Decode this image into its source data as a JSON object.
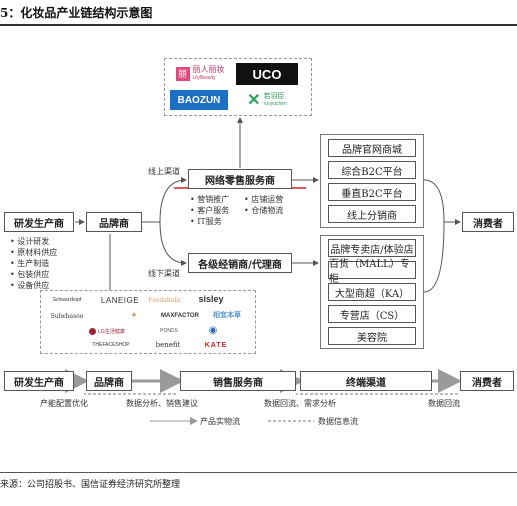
{
  "title": "5：化妆品产业链结构示意图",
  "source": "来源：公司招股书、国信证券经济研究所整理",
  "top_logos": {
    "lirenlizhuang_cn": "丽人丽妆",
    "lirenlizhuang_en": "LilyBeauty",
    "uco": "UCO",
    "baozun": "BAOZUN",
    "ruoyuchen_cn": "若羽臣",
    "ruoyuchen_en": "ruoyuchen"
  },
  "nodes": {
    "rd_producer": "研发生产商",
    "brand": "品牌商",
    "online_service": "网络零售服务商",
    "distributor": "各级经销商/代理商",
    "consumer": "消费者"
  },
  "edge_labels": {
    "online": "线上渠道",
    "offline": "线下渠道"
  },
  "service_items": [
    "营销推广",
    "店铺运营",
    "客户服务",
    "仓储物流",
    "IT服务"
  ],
  "producer_items": [
    "设计研发",
    "原材料供应",
    "生产制造",
    "包装供应",
    "设备供应"
  ],
  "online_channels": [
    "品牌官网商城",
    "综合B2C平台",
    "垂直B2C平台",
    "线上分销商"
  ],
  "offline_channels": [
    "品牌专卖店/体验店",
    "百货（MALL）专柜",
    "大型商超（KA）",
    "专营店（CS）",
    "美容院"
  ],
  "brand_logos": [
    "Schwarzkopf",
    "LANEIGE",
    "Foodaholic",
    "sisley",
    "Sulwhasoo",
    "✦",
    "MAXFACTOR",
    "相宜本草",
    "LG生活健康",
    "PONDS",
    "◉",
    "THEFACESHOP",
    "benefit",
    "KATE"
  ],
  "bottom_chain": {
    "nodes": [
      "研发生产商",
      "品牌商",
      "销售服务商",
      "终端渠道",
      "消费者"
    ],
    "notes": [
      "产能配置优化",
      "数据分析、销售建议",
      "数据回流、需求分析",
      "数据回流"
    ]
  },
  "legend": {
    "goods_flow": "产品实物流",
    "info_flow": "数据信息流"
  },
  "colors": {
    "accent_red": "#d42020",
    "line": "#555555",
    "arrow_gray": "#8a8a8a"
  }
}
